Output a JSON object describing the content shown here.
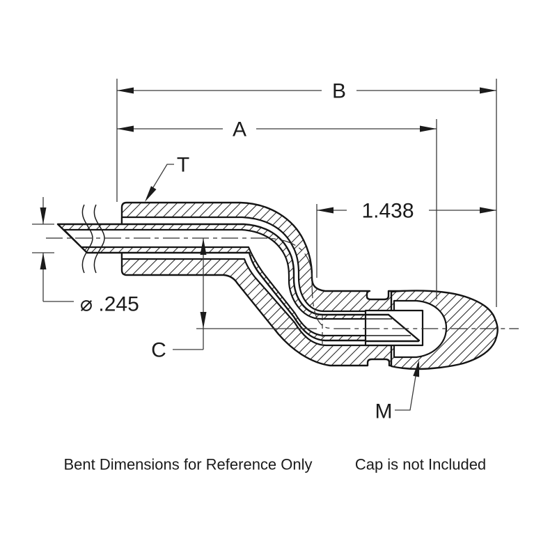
{
  "drawing": {
    "dimensions": {
      "b": "B",
      "a": "A",
      "length": "1.438",
      "diameter": "⌀ .245",
      "c": "C",
      "t": "T",
      "m": "M"
    },
    "notes": {
      "reference": "Bent Dimensions for Reference Only",
      "cap": "Cap is not Included"
    },
    "colors": {
      "line": "#141414",
      "dimension": "#3a3a3a",
      "background": "#ffffff"
    }
  }
}
